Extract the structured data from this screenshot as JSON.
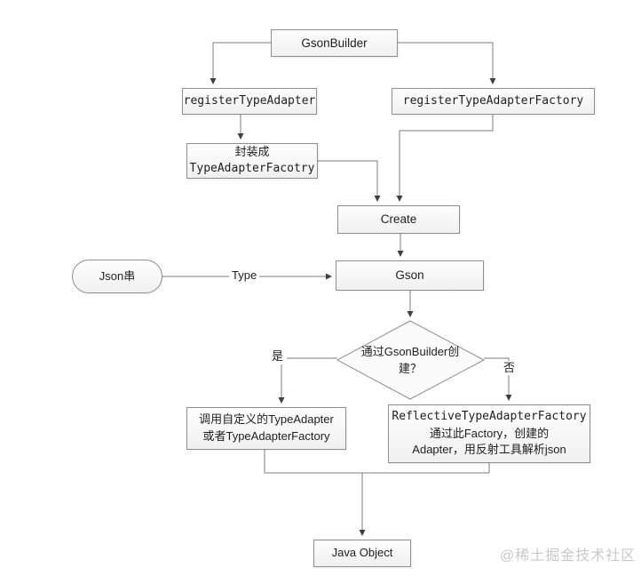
{
  "diagram": {
    "nodes": {
      "gson_builder": {
        "label": "GsonBuilder"
      },
      "register_type_adapter": {
        "label": "registerTypeAdapter"
      },
      "register_type_adapter_factory": {
        "label": "registerTypeAdapterFactory"
      },
      "wrap_factory": {
        "line1": "封装成",
        "line2": "TypeAdapterFacotry"
      },
      "create": {
        "label": "Create"
      },
      "gson": {
        "label": "Gson"
      },
      "json_string": {
        "label": "Json串"
      },
      "decision": {
        "label": "通过GsonBuilder创建？"
      },
      "custom_adapter": {
        "line1": "调用自定义的TypeAdapter",
        "line2": "或者TypeAdapterFactory"
      },
      "reflective_factory": {
        "line1": "ReflectiveTypeAdapterFactory",
        "line2": "通过此Factory，创建的",
        "line3": "Adapter，用反射工具解析json"
      },
      "java_object": {
        "label": "Java Object"
      }
    },
    "edge_labels": {
      "type": "Type",
      "yes": "是",
      "no": "否"
    },
    "watermark": "@稀土掘金技术社区",
    "colors": {
      "line": "#7e7e7e",
      "arrowhead": "#3f3f3f",
      "node_border": "#8f8f8f",
      "watermark": "#c9c9c9"
    }
  }
}
